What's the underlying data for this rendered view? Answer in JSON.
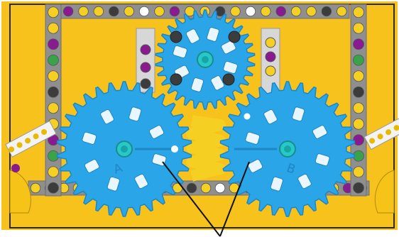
{
  "scene": {
    "description_colors": {
      "board_yellow": "#f7c21b",
      "frame_border": "#2b2b2b",
      "gear_blue": "#2aa5e8",
      "gear_blue_dark": "#1f86c4",
      "beam_gray": "#8f8f8f",
      "beam_light": "#d7d7d7",
      "peg_yellow": "#f6cf23",
      "peg_purple": "#8a1a8f",
      "peg_green": "#3aa34a",
      "peg_dark": "#3c3c3c",
      "pointer_line": "#111111"
    },
    "gear_labels": {
      "left": "A",
      "right": "B"
    },
    "gears": [
      {
        "id": "top-gear",
        "teeth": 30
      },
      {
        "id": "gear-a",
        "teeth": 30
      },
      {
        "id": "gear-b",
        "teeth": 30
      }
    ]
  }
}
